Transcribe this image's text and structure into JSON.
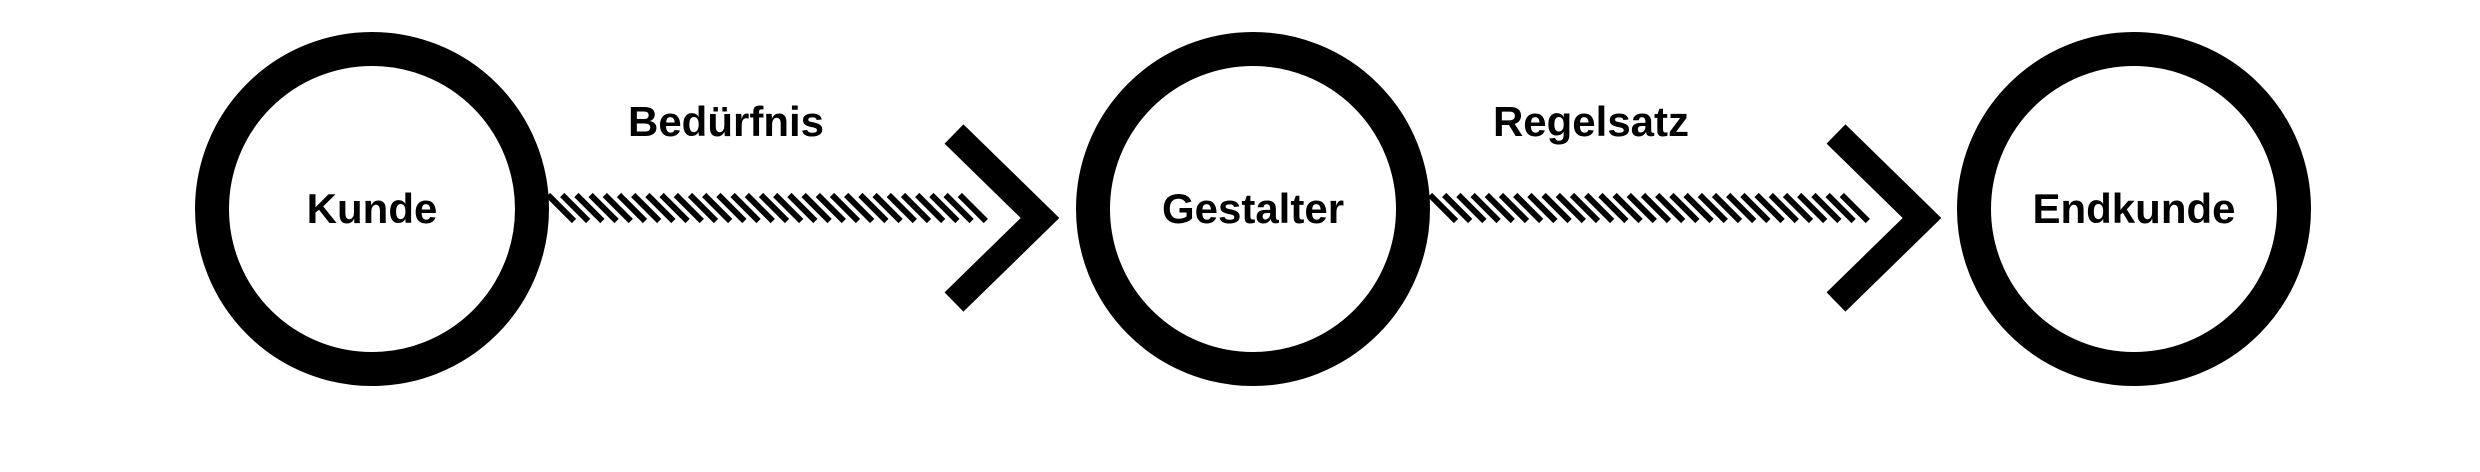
{
  "nodes": [
    {
      "label": "Kunde"
    },
    {
      "label": "Gestalter"
    },
    {
      "label": "Endkunde"
    }
  ],
  "edges": [
    {
      "label": "Bedürfnis",
      "from": "Kunde",
      "to": "Gestalter",
      "style": "hatched-arrow"
    },
    {
      "label": "Regelsatz",
      "from": "Gestalter",
      "to": "Endkunde",
      "style": "hatched-arrow"
    }
  ],
  "colors": {
    "stroke": "#000000",
    "background": "#ffffff"
  }
}
